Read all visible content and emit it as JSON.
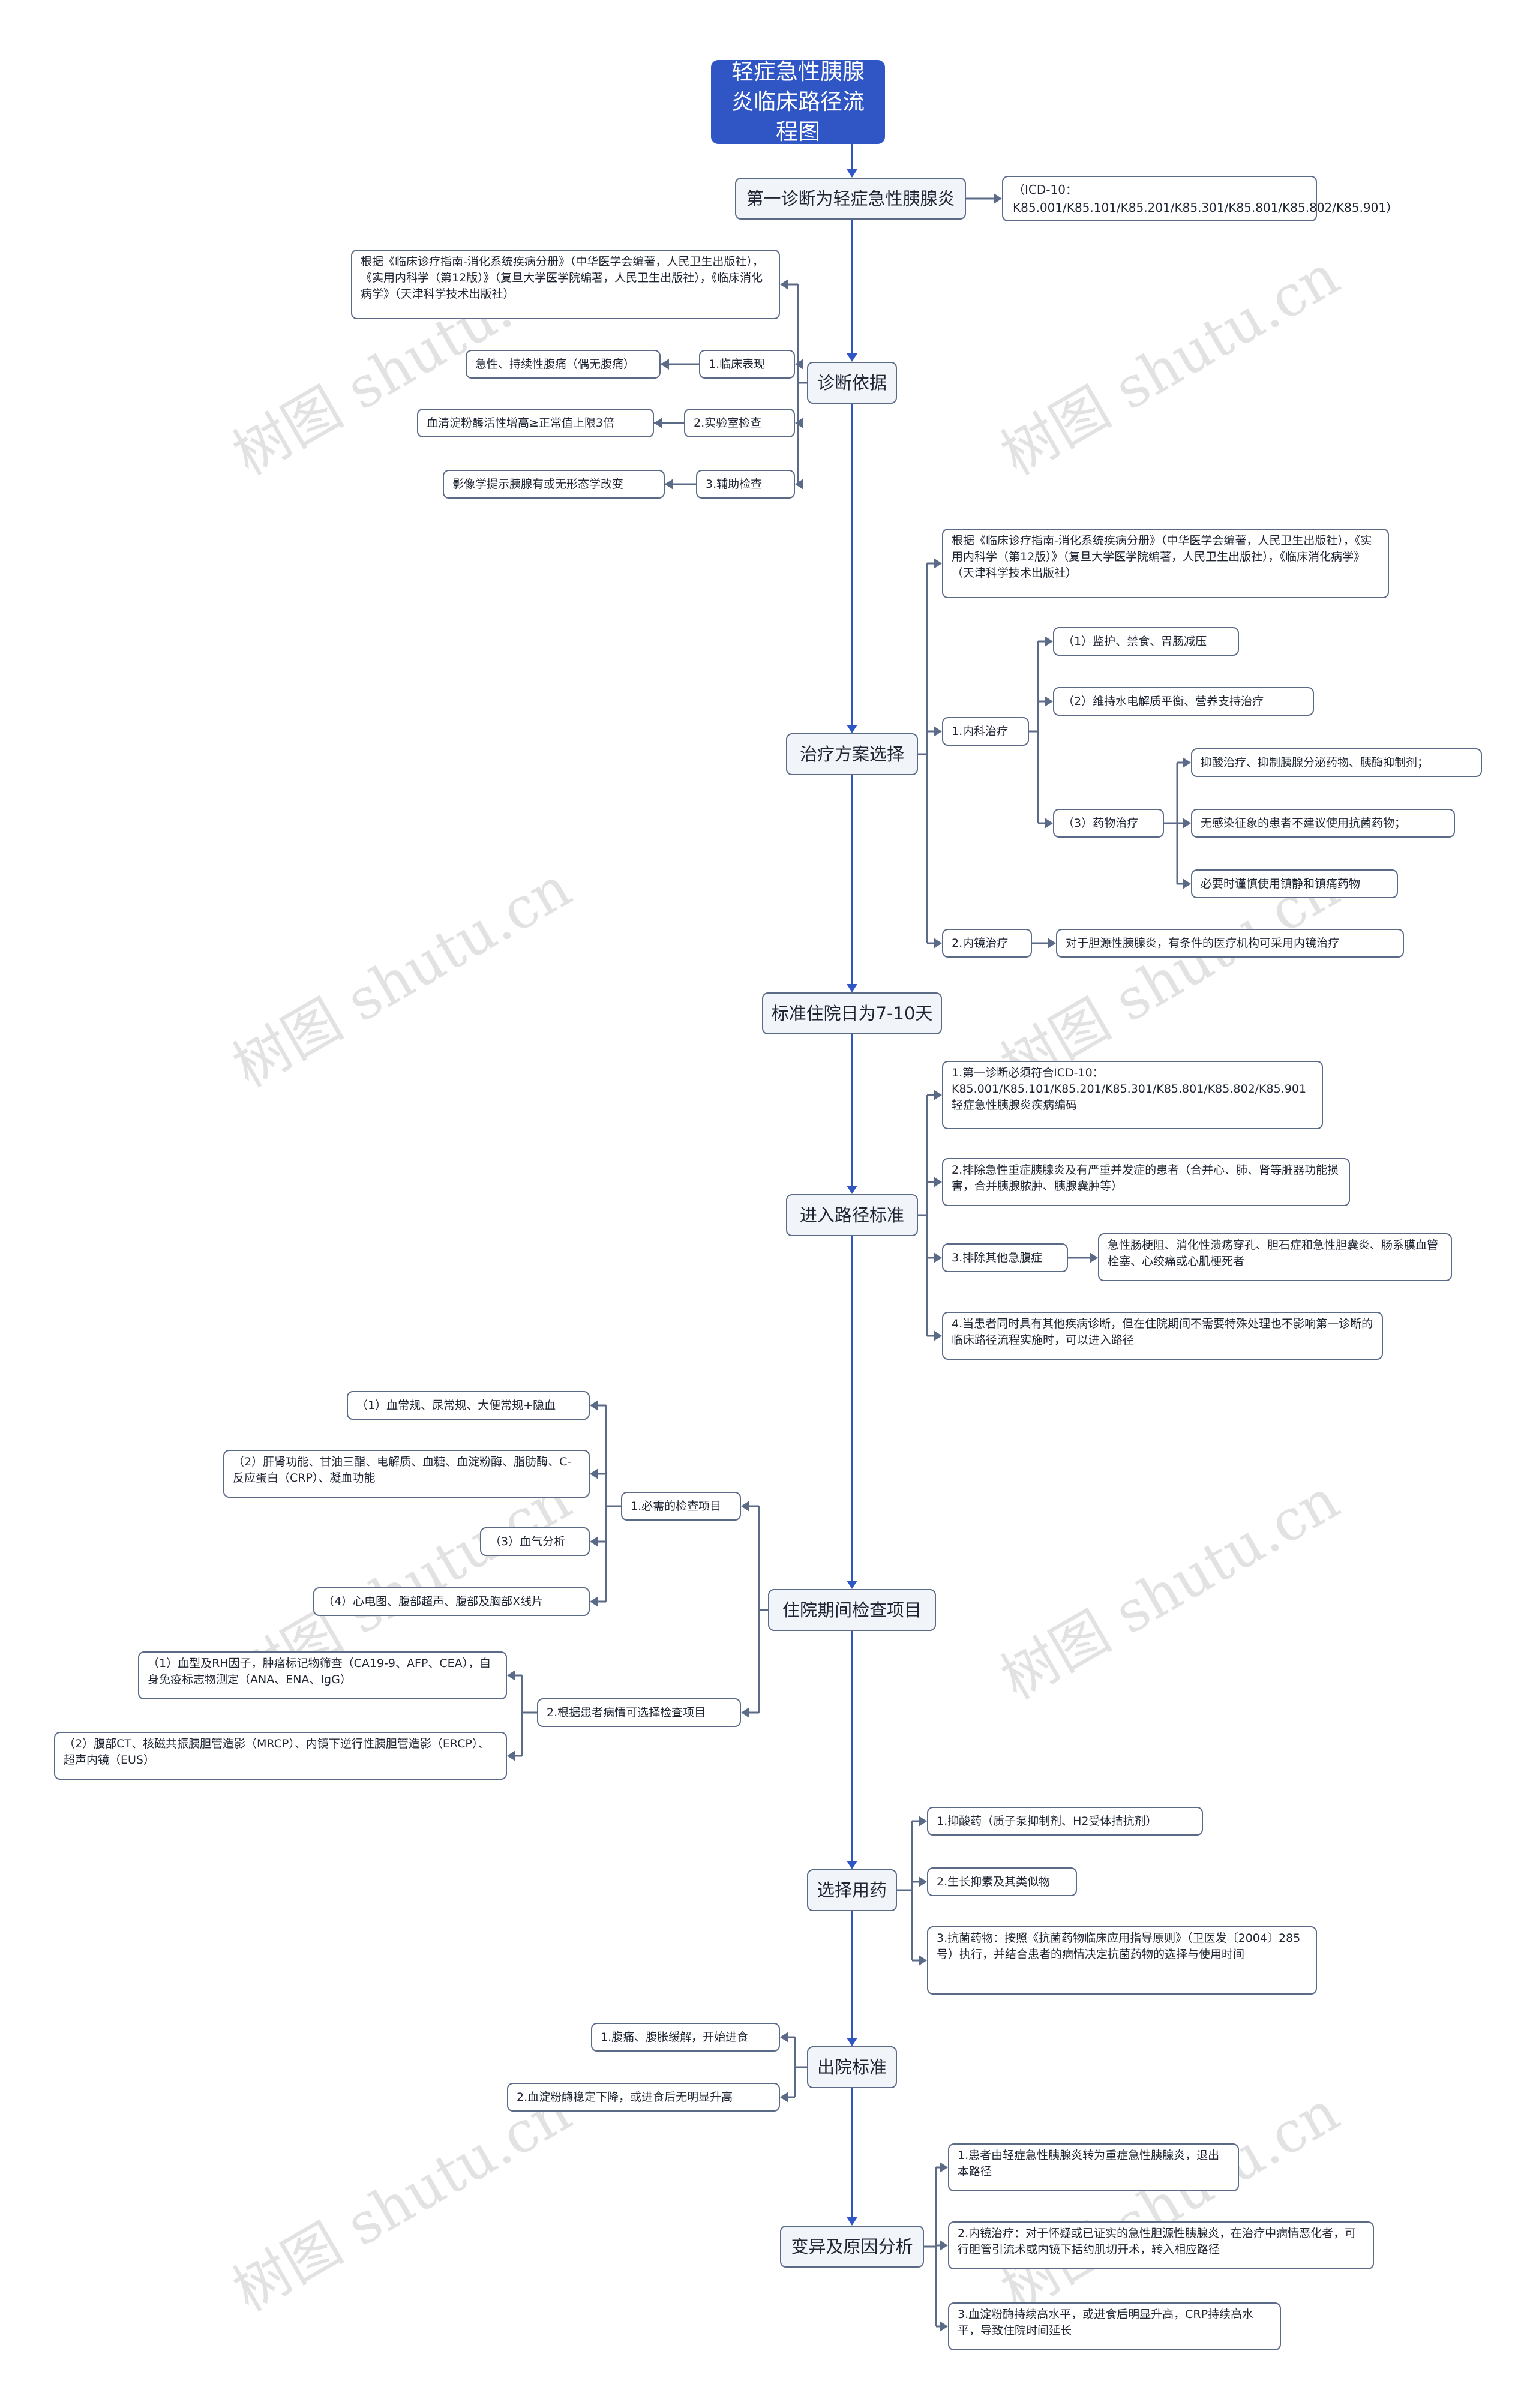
{
  "title": "轻症急性胰腺炎临床路径流程图",
  "watermark": "树图 shutu.cn",
  "colors": {
    "root": "#2f56c4",
    "spine": "#2f56c4",
    "branch": "#5a6a87",
    "border": "#5a6a87"
  },
  "nodes": {
    "n1": "第一诊断为轻症急性胰腺炎",
    "n1a": "（ICD-10：K85.001/K85.101/K85.201/K85.301/K85.801/K85.802/K85.901）",
    "n2": "诊断依据",
    "n2a": "根据《临床诊疗指南-消化系统疾病分册》（中华医学会编著，人民卫生出版社），《实用内科学（第12版）》（复旦大学医学院编著，人民卫生出版社），《临床消化病学》（天津科学技术出版社）",
    "n2b": "1.临床表现",
    "n2b1": "急性、持续性腹痛（偶无腹痛）",
    "n2c": "2.实验室检查",
    "n2c1": "血清淀粉酶活性增高≥正常值上限3倍",
    "n2d": "3.辅助检查",
    "n2d1": "影像学提示胰腺有或无形态学改变",
    "n3": "治疗方案选择",
    "n3a": "根据《临床诊疗指南-消化系统疾病分册》（中华医学会编著，人民卫生出版社），《实用内科学（第12版）》（复旦大学医学院编著，人民卫生出版社），《临床消化病学》（天津科学技术出版社）",
    "n3b": "1.内科治疗",
    "n3b1": "（1）监护、禁食、胃肠减压",
    "n3b2": "（2）维持水电解质平衡、营养支持治疗",
    "n3b3": "（3）药物治疗",
    "n3b3a": "抑酸治疗、抑制胰腺分泌药物、胰酶抑制剂；",
    "n3b3b": "无感染征象的患者不建议使用抗菌药物；",
    "n3b3c": "必要时谨慎使用镇静和镇痛药物",
    "n3c": "2.内镜治疗",
    "n3c1": "对于胆源性胰腺炎，有条件的医疗机构可采用内镜治疗",
    "n4": "标准住院日为7-10天",
    "n5": "进入路径标准",
    "n5a": "1.第一诊断必须符合ICD-10：K85.001/K85.101/K85.201/K85.301/K85.801/K85.802/K85.901轻症急性胰腺炎疾病编码",
    "n5b": "2.排除急性重症胰腺炎及有严重并发症的患者（合并心、肺、肾等脏器功能损害，合并胰腺脓肿、胰腺囊肿等）",
    "n5c": "3.排除其他急腹症",
    "n5c1": "急性肠梗阻、消化性溃疡穿孔、胆石症和急性胆囊炎、肠系膜血管栓塞、心绞痛或心肌梗死者",
    "n5d": "4.当患者同时具有其他疾病诊断，但在住院期间不需要特殊处理也不影响第一诊断的临床路径流程实施时，可以进入路径",
    "n6": "住院期间检查项目",
    "n6a": "1.必需的检查项目",
    "n6a1": "（1）血常规、尿常规、大便常规+隐血",
    "n6a2": "（2）肝肾功能、甘油三酯、电解质、血糖、血淀粉酶、脂肪酶、C-反应蛋白（CRP）、凝血功能",
    "n6a3": "（3）血气分析",
    "n6a4": "（4）心电图、腹部超声、腹部及胸部X线片",
    "n6b": "2.根据患者病情可选择检查项目",
    "n6b1": "（1）血型及RH因子，肿瘤标记物筛查（CA19-9、AFP、CEA），自身免疫标志物测定（ANA、ENA、IgG）",
    "n6b2": "（2）腹部CT、核磁共振胰胆管造影（MRCP）、内镜下逆行性胰胆管造影（ERCP）、超声内镜（EUS）",
    "n7": "选择用药",
    "n7a": "1.抑酸药（质子泵抑制剂、H2受体拮抗剂）",
    "n7b": "2.生长抑素及其类似物",
    "n7c": "3.抗菌药物：按照《抗菌药物临床应用指导原则》（卫医发〔2004〕285号）执行，并结合患者的病情决定抗菌药物的选择与使用时间",
    "n8": "出院标准",
    "n8a": "1.腹痛、腹胀缓解，开始进食",
    "n8b": "2.血淀粉酶稳定下降，或进食后无明显升高",
    "n9": "变异及原因分析",
    "n9a": "1.患者由轻症急性胰腺炎转为重症急性胰腺炎，退出本路径",
    "n9b": "2.内镜治疗：对于怀疑或已证实的急性胆源性胰腺炎，在治疗中病情恶化者，可行胆管引流术或内镜下括约肌切开术，转入相应路径",
    "n9c": "3.血淀粉酶持续高水平，或进食后明显升高，CRP持续高水平，导致住院时间延长"
  }
}
